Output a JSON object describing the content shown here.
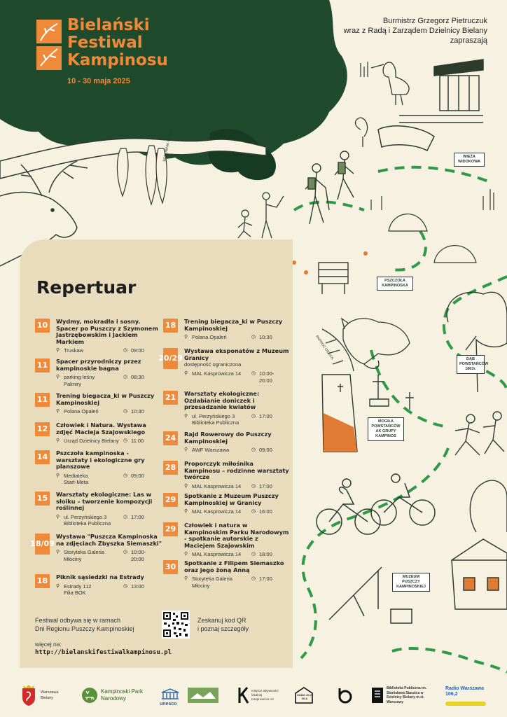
{
  "header": {
    "title_lines": [
      "Bielański",
      "Festiwal",
      "Kampinosu"
    ],
    "dates": "10 - 30 maja 2025",
    "organizers": [
      "Burmistrz Grzegorz Pietruczuk",
      "wraz z Radą i Zarządem Dzielnicy Bielany",
      "zapraszają"
    ]
  },
  "illustration": {
    "signs": {
      "tower": "WIEŻA WIDOKOWA",
      "bees": "PSZCZOŁA KAMPINOSKA",
      "oak": "DĄB POWSTAŃCÓW 1863r.",
      "grave": "MOGIŁA POWSTAŃCÓW AK GRUPY KAMPINOS",
      "museum": "MUZEUM PUSZCZY KAMPINOSKIEJ",
      "plaque": "BOBOWNIK WIELKI",
      "fern": "PAPROĆ ORLICA"
    }
  },
  "repertoire": {
    "title": "Repertuar",
    "left": [
      {
        "day": "10",
        "title": "Wydmy, mokradła i sosny. Spacer po Puszczy z Szymonem Jastrzębowskim i Jackiem Markiem",
        "location": "Truskaw",
        "time": "09:00"
      },
      {
        "day": "11",
        "title": "Spacer przyrodniczy przez kampinoskie bagna",
        "location": "parking leśny Palmiry",
        "time": "08:30"
      },
      {
        "day": "11",
        "title": "Trening biegacza_ki w Puszczy Kampinoskiej",
        "location": "Polana Opaleń",
        "time": "10:30"
      },
      {
        "day": "12",
        "title": "Człowiek i Natura. Wystawa zdjęć Macieja Szajowskiego",
        "location": "Urząd Dzielnicy Bielany",
        "time": "11:00"
      },
      {
        "day": "14",
        "title": "Pszczoła kampinoska - warsztaty i ekologiczne gry planszowe",
        "location": "Mediateka Start-Meta",
        "time": "09:00"
      },
      {
        "day": "15",
        "title": "Warsztaty ekologiczne: Las w słoiku – tworzenie kompozycji roślinnej",
        "location": "ul. Perzyńskiego 3 Biblioteka Publiczna",
        "time": "17:00"
      },
      {
        "day": "18/09",
        "title": "Wystawa \"Puszcza Kampinoska na zdjęciach Zbyszka Siemaszki\"",
        "location": "Storyteka Galeria Młociny",
        "time": "10:00-20:00"
      },
      {
        "day": "18",
        "title": "Piknik sąsiedzki na Estrady",
        "location": "Estrady 112 Filia BOK",
        "time": "13:00"
      }
    ],
    "right": [
      {
        "day": "18",
        "title": "Trening biegacza_ki w Puszczy Kampinoskiej",
        "location": "Polana Opaleń",
        "time": "10:30"
      },
      {
        "day": "20/29",
        "title": "Wystawa eksponatów z Muzeum Granicy",
        "note": "dostępność ograniczona",
        "location": "MAL Kasprowicza 14",
        "time": "10:00-20:00"
      },
      {
        "day": "21",
        "title": "Warsztaty ekologiczne: Ozdabianie doniczek i przesadzanie kwiatów",
        "location": "ul. Perzyńskiego 3 Biblioteka Publiczna",
        "time": "17:00"
      },
      {
        "day": "24",
        "title": "Rajd Rowerowy do Puszczy Kampinoskiej",
        "location": "AWF Warszawa",
        "time": "09:00"
      },
      {
        "day": "28",
        "title": "Proporczyk miłośnika Kampinosu – rodzinne warsztaty twórcze",
        "location": "MAL Kasprowicza 14",
        "time": "17:00"
      },
      {
        "day": "29",
        "title": "Spotkanie z Muzeum Puszczy Kampinoskiej w Granicy",
        "location": "MAL Kasprowicza 14",
        "time": "16:00"
      },
      {
        "day": "29",
        "title": "Człowiek i natura w Kampinoskim Parku Narodowym - spotkanie autorskie z Maciejem Szajowskim",
        "location": "MAL Kasprowicza 14",
        "time": "18:00"
      },
      {
        "day": "30",
        "title": "Spotkanie z Filipem Siemaszko oraz jego żoną Anną",
        "location": "Storyteka Galeria Młociny",
        "time": "17:00"
      }
    ],
    "footer_note": [
      "Festiwal odbywa się w ramach",
      "Dni Regionu Puszczy Kampinoskiej"
    ],
    "qr_text": [
      "Zeskanuj kod QR",
      "i poznaj szczegóły"
    ],
    "more_label": "więcej na:",
    "url": "http://bielanskifestiwalkampinosu.pl"
  },
  "logos": {
    "warszawa": "Warszawa Bielany",
    "kpn": "Kampinoski Park Narodowy",
    "unesco": "unesco",
    "kasprowicza": "miejsce aktywności lokalnej Kasprowicza 14",
    "samo": "SAMO GŁO SKA",
    "biblioteka": "Biblioteka Publiczna im. Stanisława Staszica w Dzielnicy Bielany m.st. Warszawy",
    "radio": "Radio Warszawa 106,2"
  },
  "colors": {
    "accent": "#f08a3b",
    "forest": "#1f4a2c",
    "panel": "#e9dcbd",
    "trail": "#2f9a45",
    "background": "#f7f1e1"
  }
}
